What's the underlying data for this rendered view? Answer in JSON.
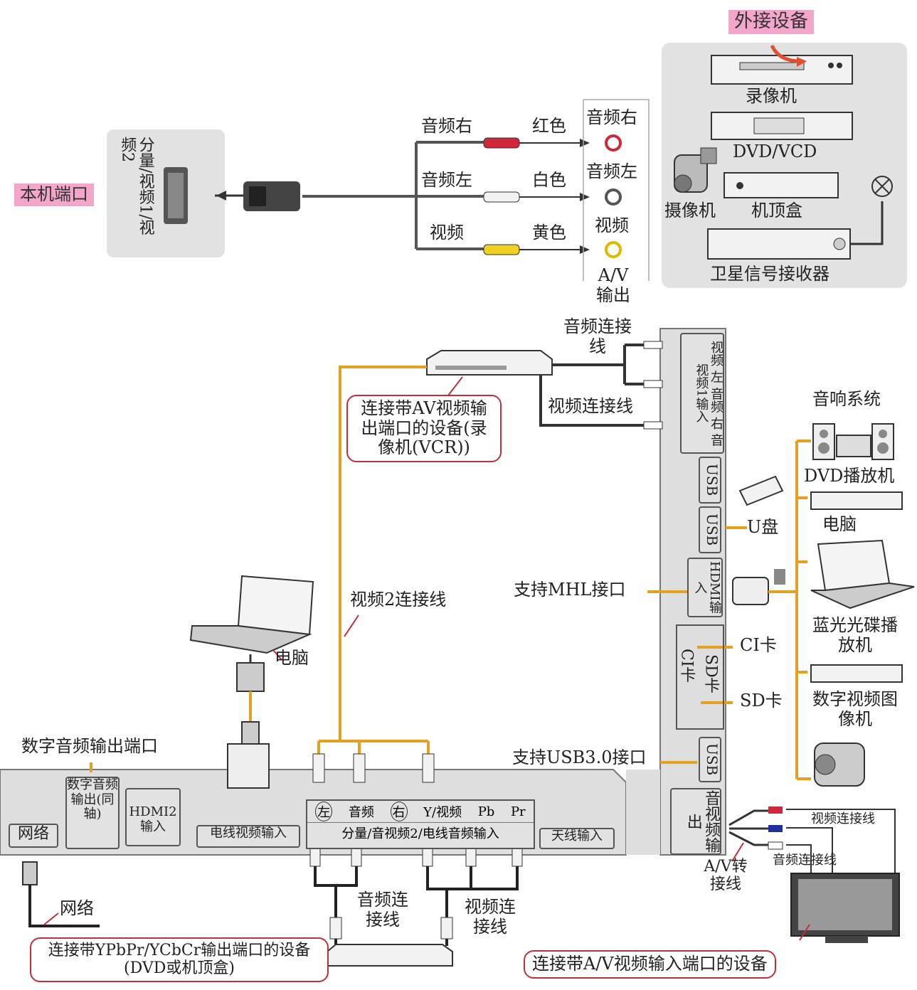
{
  "top": {
    "external_devices_tag": "外接设备",
    "local_port_tag": "本机端口",
    "local_port_label": "分量/视频1/视频2",
    "devices": [
      "录像机",
      "DVD/VCD",
      "摄像机",
      "机顶盒",
      "卫星信号接收器"
    ],
    "cable_labels": [
      "音频右",
      "音频左",
      "视频"
    ],
    "color_labels": [
      "红色",
      "白色",
      "黄色"
    ],
    "av_out_ports": [
      "音频右",
      "音频左",
      "视频"
    ],
    "av_out_title": "A/V输出"
  },
  "mid": {
    "audio_cable": "音频连接线",
    "video_cable": "视频连接线",
    "vcr_box": "连接带AV视频输出端口的设备(录像机(VCR))",
    "video2_cable": "视频2连接线",
    "pc": "电脑",
    "digital_audio_out": "数字音频输出端口",
    "network": "网络"
  },
  "side_panel": {
    "av1_in": "视频 左 音频 右 音视频1输入",
    "usb1": "USB",
    "usb2": "USB",
    "hdmi": "HDMI输入",
    "ci": "CI卡",
    "sd": "SD卡",
    "usb3": "USB",
    "av_out": "音视频输出"
  },
  "side_labels": {
    "u_disk": "U盘",
    "mhl": "支持MHL接口",
    "ci_card": "CI卡",
    "sd_card": "SD卡",
    "usb3": "支持USB3.0接口",
    "sound_system": "音响系统",
    "dvd_player": "DVD播放机",
    "computer": "电脑",
    "bluray": "蓝光光碟播放机",
    "digital_video": "数字视频图像机"
  },
  "bottom_panel": {
    "network": "网络",
    "coax": "数字音频输出(同轴)",
    "hdmi2": "HDMI2输入",
    "pc_in": "电线视频输入",
    "comp_row1": [
      "左",
      "音频",
      "右",
      "Y/视频",
      "Pb",
      "Pr"
    ],
    "comp_row2": "分量/音视频2/电线音频输入",
    "antenna": "天线输入"
  },
  "bottom": {
    "audio_cable": "音频连接线",
    "video_cable": "视频连接线",
    "dvd_box": "连接带YPbPr/YCbCr输出端口的设备(DVD或机顶盒)",
    "av_adapter": "A/V转接线",
    "video_cable_r": "视频连接线",
    "audio_cable_r": "音频连接线",
    "tv_box": "连接带A/V视频输入端口的设备"
  },
  "colors": {
    "pink": "#f3a6c9",
    "panel": "#dedede",
    "cable_orange": "#e6a020",
    "callout_red": "#c0303a",
    "rca_red": "#d0283a",
    "rca_yellow": "#f0d020"
  }
}
